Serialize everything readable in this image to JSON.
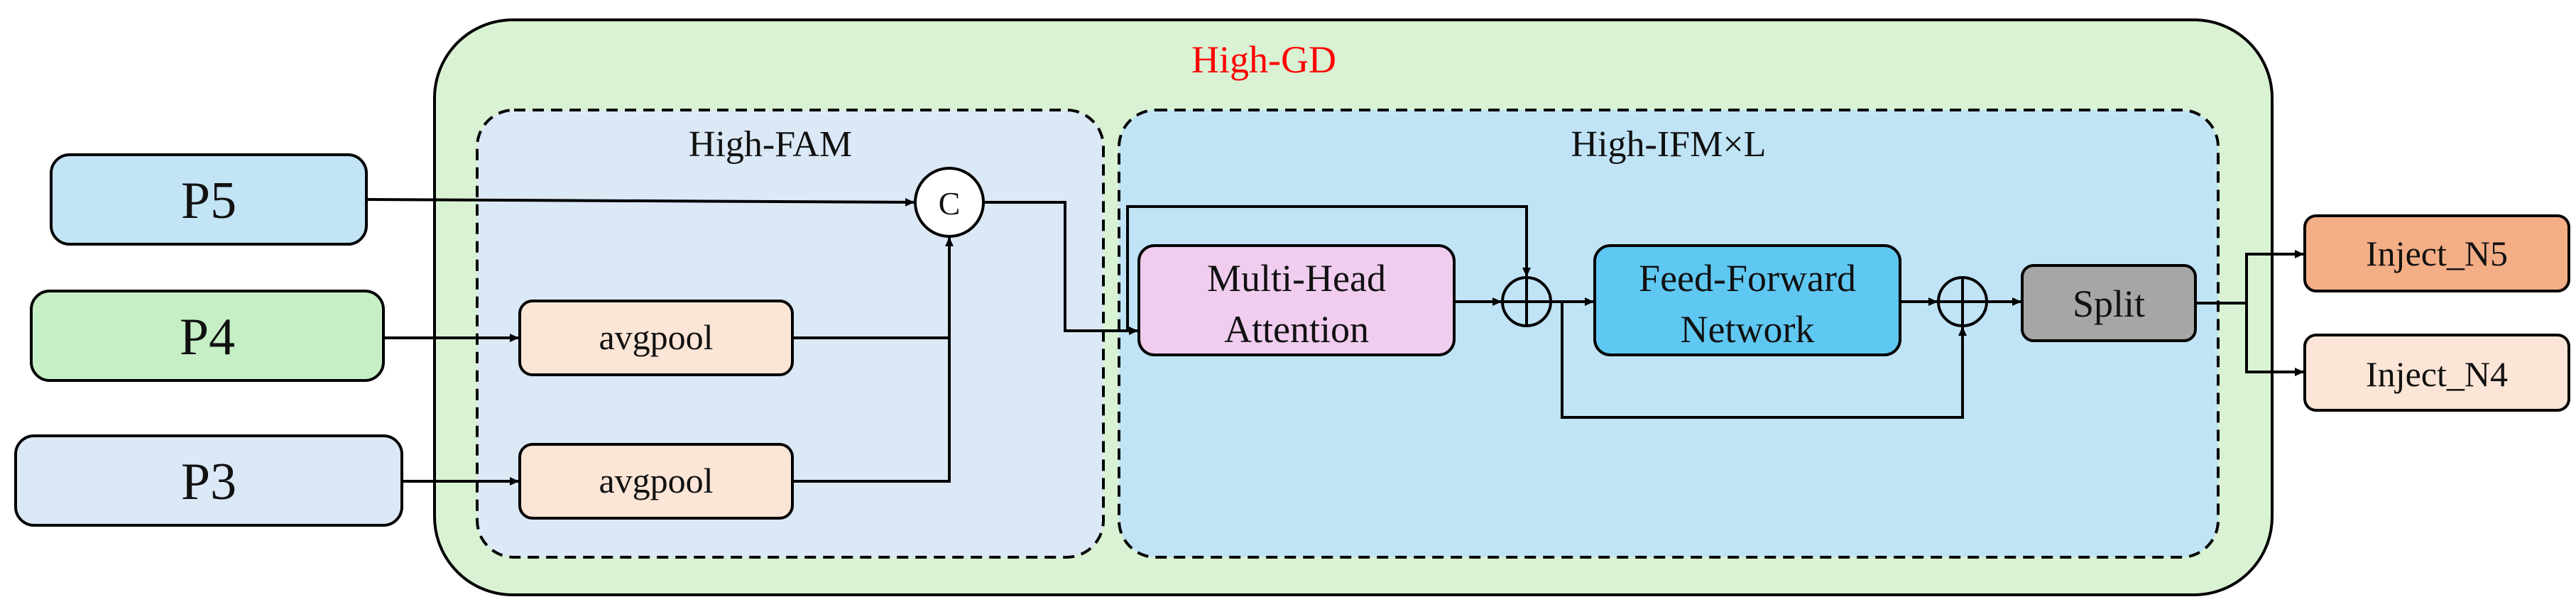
{
  "diagram": {
    "outer_title": "High-GD",
    "fam_title": "High-FAM",
    "ifm_title": "High-IFM×L",
    "inputs": {
      "p5": "P5",
      "p4": "P4",
      "p3": "P3"
    },
    "fam": {
      "avgpool_top": "avgpool",
      "avgpool_bottom": "avgpool",
      "concat": "C"
    },
    "ifm": {
      "attention_line1": "Multi-Head",
      "attention_line2": "Attention",
      "ffn_line1": "Feed-Forward",
      "ffn_line2": "Network",
      "split": "Split"
    },
    "outputs": {
      "n5": "Inject_N5",
      "n4": "Inject_N4"
    },
    "colors": {
      "outer_fill": "#d9f2d3",
      "fam_fill": "#dbe8f6",
      "ifm_fill": "#c0e4f5",
      "p5_fill": "#c3e4f5",
      "p4_fill": "#c6efc5",
      "p3_fill": "#dbe8f6",
      "avgpool_fill": "#fbe5d6",
      "attention_fill": "#f0cdef",
      "ffn_fill": "#5fc8f2",
      "split_fill": "#a6a6a6",
      "n5_fill": "#f4ae86",
      "n4_fill": "#fbe5d6",
      "title_red": "#ff0000"
    }
  }
}
